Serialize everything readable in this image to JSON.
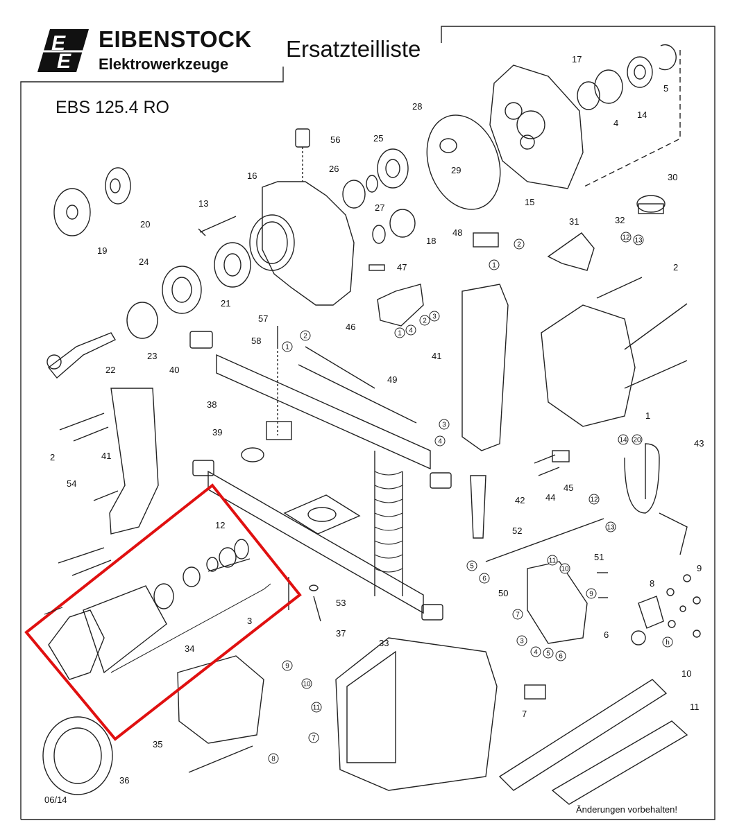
{
  "header": {
    "brand_name": "EIBENSTOCK",
    "brand_sub": "Elektrowerkzeuge",
    "doc_title": "Ersatzteilliste"
  },
  "model": "EBS 125.4 RO",
  "footer": {
    "date": "06/14",
    "note": "Änderungen vorbehalten!"
  },
  "highlight": {
    "color": "#e01010",
    "label": "3"
  },
  "parts": [
    {
      "id": "p1",
      "label": "1"
    },
    {
      "id": "p2a",
      "label": "2"
    },
    {
      "id": "p2b",
      "label": "2"
    },
    {
      "id": "p3",
      "label": "3"
    },
    {
      "id": "p4",
      "label": "4"
    },
    {
      "id": "p5",
      "label": "5"
    },
    {
      "id": "p6",
      "label": "6"
    },
    {
      "id": "p7",
      "label": "7"
    },
    {
      "id": "p8",
      "label": "8"
    },
    {
      "id": "p9",
      "label": "9"
    },
    {
      "id": "p10",
      "label": "10"
    },
    {
      "id": "p11",
      "label": "11"
    },
    {
      "id": "p12",
      "label": "12"
    },
    {
      "id": "p13",
      "label": "13"
    },
    {
      "id": "p14",
      "label": "14"
    },
    {
      "id": "p15",
      "label": "15"
    },
    {
      "id": "p16",
      "label": "16"
    },
    {
      "id": "p17",
      "label": "17"
    },
    {
      "id": "p18",
      "label": "18"
    },
    {
      "id": "p19",
      "label": "19"
    },
    {
      "id": "p20",
      "label": "20"
    },
    {
      "id": "p21",
      "label": "21"
    },
    {
      "id": "p22",
      "label": "22"
    },
    {
      "id": "p23",
      "label": "23"
    },
    {
      "id": "p24",
      "label": "24"
    },
    {
      "id": "p25",
      "label": "25"
    },
    {
      "id": "p26",
      "label": "26"
    },
    {
      "id": "p27",
      "label": "27"
    },
    {
      "id": "p28",
      "label": "28"
    },
    {
      "id": "p29",
      "label": "29"
    },
    {
      "id": "p30",
      "label": "30"
    },
    {
      "id": "p31",
      "label": "31"
    },
    {
      "id": "p32",
      "label": "32"
    },
    {
      "id": "p33",
      "label": "33"
    },
    {
      "id": "p34",
      "label": "34"
    },
    {
      "id": "p35",
      "label": "35"
    },
    {
      "id": "p36",
      "label": "36"
    },
    {
      "id": "p37",
      "label": "37"
    },
    {
      "id": "p38",
      "label": "38"
    },
    {
      "id": "p39",
      "label": "39"
    },
    {
      "id": "p40",
      "label": "40"
    },
    {
      "id": "p41a",
      "label": "41"
    },
    {
      "id": "p41b",
      "label": "41"
    },
    {
      "id": "p42",
      "label": "42"
    },
    {
      "id": "p43",
      "label": "43"
    },
    {
      "id": "p44",
      "label": "44"
    },
    {
      "id": "p45",
      "label": "45"
    },
    {
      "id": "p46",
      "label": "46"
    },
    {
      "id": "p47",
      "label": "47"
    },
    {
      "id": "p48",
      "label": "48"
    },
    {
      "id": "p49",
      "label": "49"
    },
    {
      "id": "p50",
      "label": "50"
    },
    {
      "id": "p51",
      "label": "51"
    },
    {
      "id": "p52",
      "label": "52"
    },
    {
      "id": "p53",
      "label": "53"
    },
    {
      "id": "p54",
      "label": "54"
    },
    {
      "id": "p56",
      "label": "56"
    },
    {
      "id": "p57",
      "label": "57"
    },
    {
      "id": "p58",
      "label": "58"
    },
    {
      "id": "p6b",
      "label": "6"
    },
    {
      "id": "p7b",
      "label": "7"
    },
    {
      "id": "p8b",
      "label": "8"
    },
    {
      "id": "p9b",
      "label": "9"
    },
    {
      "id": "p10b",
      "label": "10"
    },
    {
      "id": "p11b",
      "label": "11"
    },
    {
      "id": "p2c",
      "label": "2"
    },
    {
      "id": "p4b",
      "label": "4"
    }
  ],
  "circled_refs": [
    {
      "id": "c1",
      "label": "2"
    },
    {
      "id": "c2",
      "label": "1"
    },
    {
      "id": "c3",
      "label": "12"
    },
    {
      "id": "c4",
      "label": "13"
    },
    {
      "id": "c5",
      "label": "2"
    },
    {
      "id": "c6",
      "label": "3"
    },
    {
      "id": "c7",
      "label": "1"
    },
    {
      "id": "c8",
      "label": "4"
    },
    {
      "id": "c9",
      "label": "1"
    },
    {
      "id": "c10",
      "label": "2"
    },
    {
      "id": "c11",
      "label": "3"
    },
    {
      "id": "c12",
      "label": "4"
    },
    {
      "id": "c13",
      "label": "14"
    },
    {
      "id": "c14",
      "label": "20"
    },
    {
      "id": "c15",
      "label": "12"
    },
    {
      "id": "c16",
      "label": "13"
    },
    {
      "id": "c17",
      "label": "5"
    },
    {
      "id": "c18",
      "label": "6"
    },
    {
      "id": "c19",
      "label": "11"
    },
    {
      "id": "c20",
      "label": "10"
    },
    {
      "id": "c21",
      "label": "9"
    },
    {
      "id": "c22",
      "label": "7"
    },
    {
      "id": "c23",
      "label": "3"
    },
    {
      "id": "c24",
      "label": "4"
    },
    {
      "id": "c25",
      "label": "5"
    },
    {
      "id": "c26",
      "label": "6"
    },
    {
      "id": "c27",
      "label": "h"
    },
    {
      "id": "c28",
      "label": "9"
    },
    {
      "id": "c29",
      "label": "10"
    },
    {
      "id": "c30",
      "label": "11"
    },
    {
      "id": "c31",
      "label": "7"
    },
    {
      "id": "c32",
      "label": "8"
    }
  ]
}
